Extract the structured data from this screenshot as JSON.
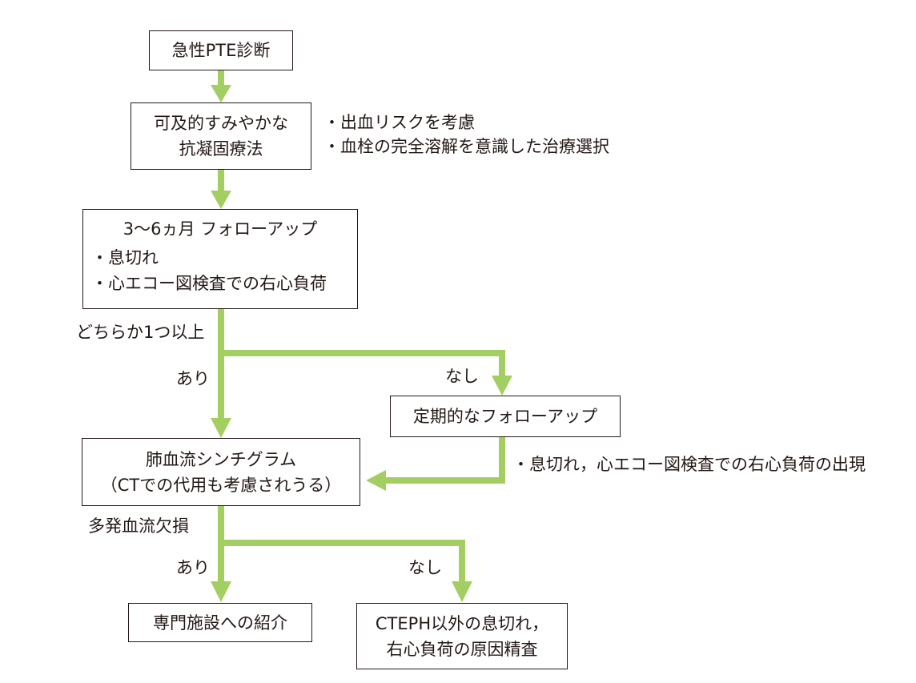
{
  "colors": {
    "arrow": "#a3cf62",
    "border": "#231815",
    "text": "#231815"
  },
  "nodes": {
    "diagnosis": "急性PTE診断",
    "anticoag": [
      "可及的すみやかな",
      "抗凝固療法"
    ],
    "anticoag_notes": [
      "・出血リスクを考慮",
      "・血栓の完全溶解を意識した治療選択"
    ],
    "followup_title": "3〜6ヵ月 フォローアップ",
    "followup_items": [
      "・息切れ",
      "・心エコー図検査での右心負荷"
    ],
    "periodic_followup": "定期的なフォローアップ",
    "scintigraphy": [
      "肺血流シンチグラム",
      "（CTでの代用も考慮されうる）"
    ],
    "referral": "専門施設への紹介",
    "other_workup": [
      "CTEPH以外の息切れ，",
      "右心負荷の原因精査"
    ]
  },
  "edges": {
    "either_one": "どちらか1つ以上",
    "yes_1": "あり",
    "no_1": "なし",
    "reappear": "・息切れ，心エコー図検査での右心負荷の出現",
    "multiple_defects": "多発血流欠損",
    "yes_2": "あり",
    "no_2": "なし"
  }
}
